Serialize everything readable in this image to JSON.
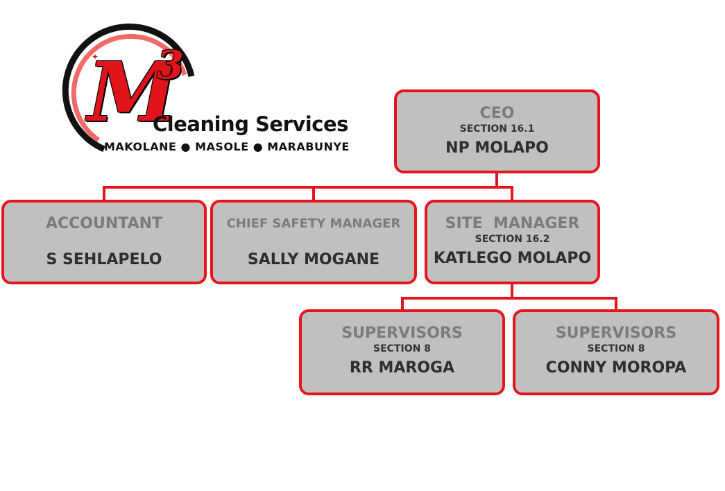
{
  "logo": {
    "mark_letter": "M",
    "mark_superscript": "3",
    "company_name": "Cleaning Services",
    "tagline": "MAKOLANE ● MASOLE ● MARABUNYE",
    "colors": {
      "red": "#e0141b",
      "black": "#111111",
      "ring_light": "#f06a6a"
    }
  },
  "org_chart": {
    "ceo": {
      "role": "CEO",
      "section": "SECTION 16.1",
      "name": "NP MOLAPO"
    },
    "accountant": {
      "role": "ACCOUNTANT",
      "name": "S SEHLAPELO"
    },
    "chief_safety_manager": {
      "role": "CHIEF SAFETY MANAGER",
      "name": "SALLY MOGANE"
    },
    "site_manager": {
      "role": "SITE  MANAGER",
      "section": "SECTION 16.2",
      "name": "KATLEGO MOLAPO"
    },
    "supervisor_1": {
      "role": "SUPERVISORS",
      "section": "SECTION 8",
      "name": "RR MAROGA"
    },
    "supervisor_2": {
      "role": "SUPERVISORS",
      "section": "SECTION 8",
      "name": "CONNY MOROPA"
    }
  },
  "colors": {
    "box_fill": "#c0c0c0",
    "box_border": "#e8141b",
    "connector": "#e8141b",
    "role_text": "#7b7b7b"
  }
}
